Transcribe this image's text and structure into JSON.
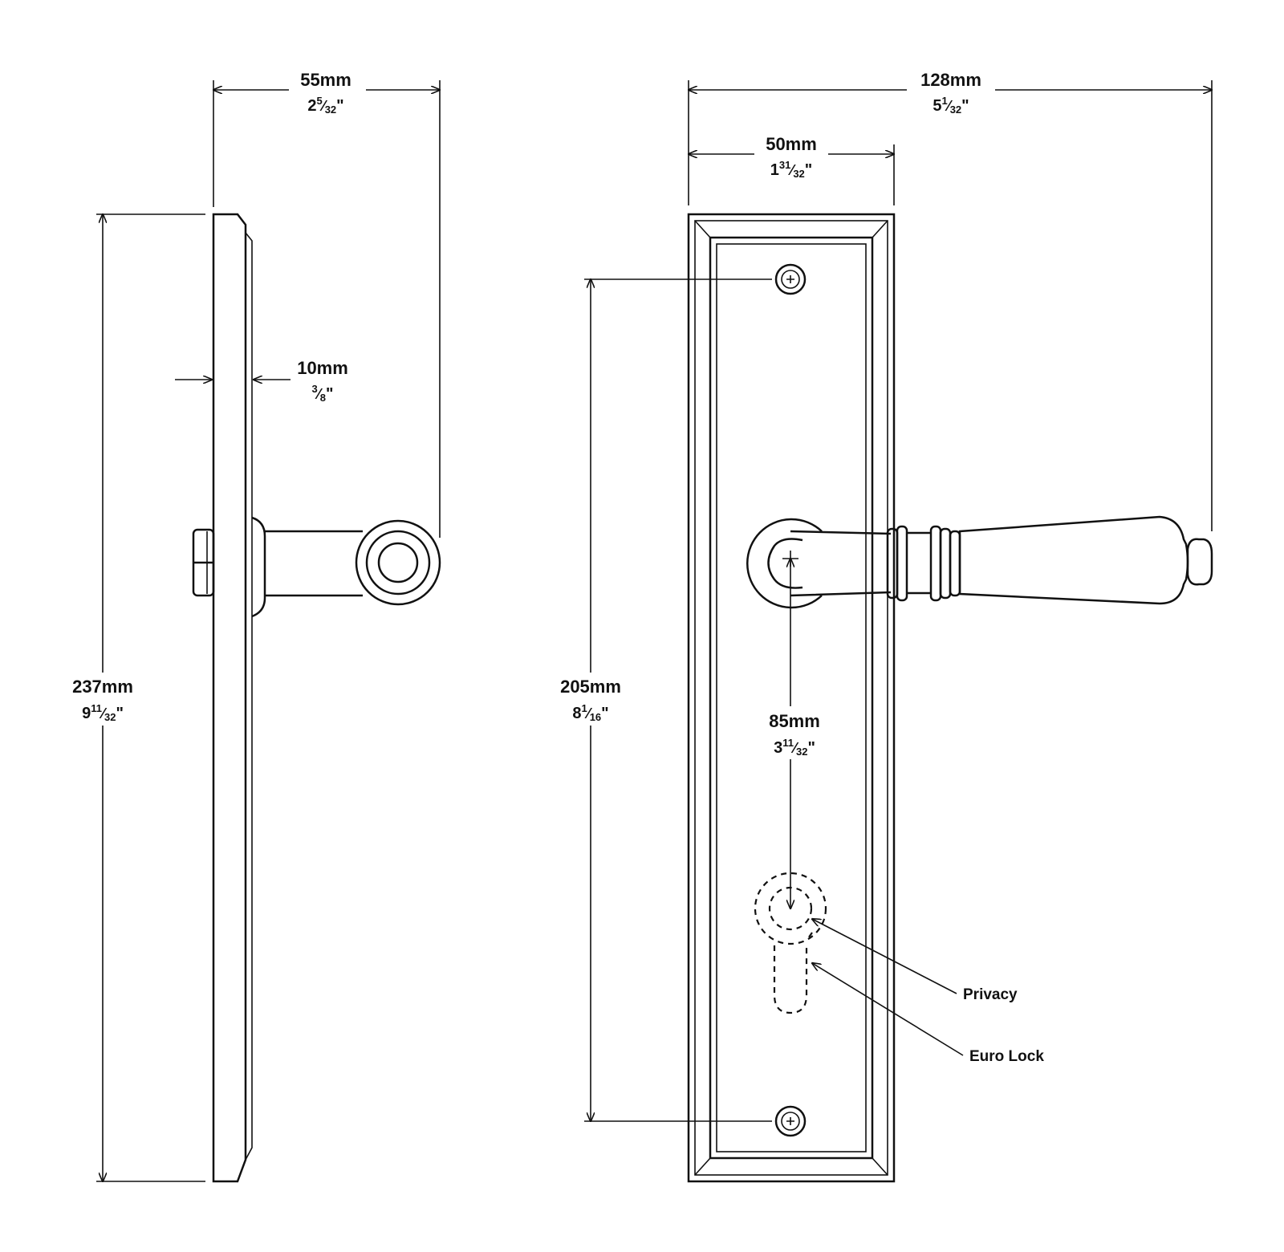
{
  "dimensions": {
    "side_width": {
      "mm": "55mm",
      "whole": "2",
      "num": "5",
      "den": "32",
      "unit": "\""
    },
    "backplate_thickness": {
      "mm": "10mm",
      "whole": "",
      "num": "3",
      "den": "8",
      "unit": "\""
    },
    "overall_height": {
      "mm": "237mm",
      "whole": "9",
      "num": "11",
      "den": "32",
      "unit": "\""
    },
    "overall_projection": {
      "mm": "128mm",
      "whole": "5",
      "num": "1",
      "den": "32",
      "unit": "\""
    },
    "plate_width": {
      "mm": "50mm",
      "whole": "1",
      "num": "31",
      "den": "32",
      "unit": "\""
    },
    "fixing_centres": {
      "mm": "205mm",
      "whole": "8",
      "num": "1",
      "den": "16",
      "unit": "\""
    },
    "lever_to_lock_centres": {
      "mm": "85mm",
      "whole": "3",
      "num": "11",
      "den": "32",
      "unit": "\""
    }
  },
  "callouts": {
    "privacy": "Privacy",
    "euro_lock": "Euro Lock"
  }
}
